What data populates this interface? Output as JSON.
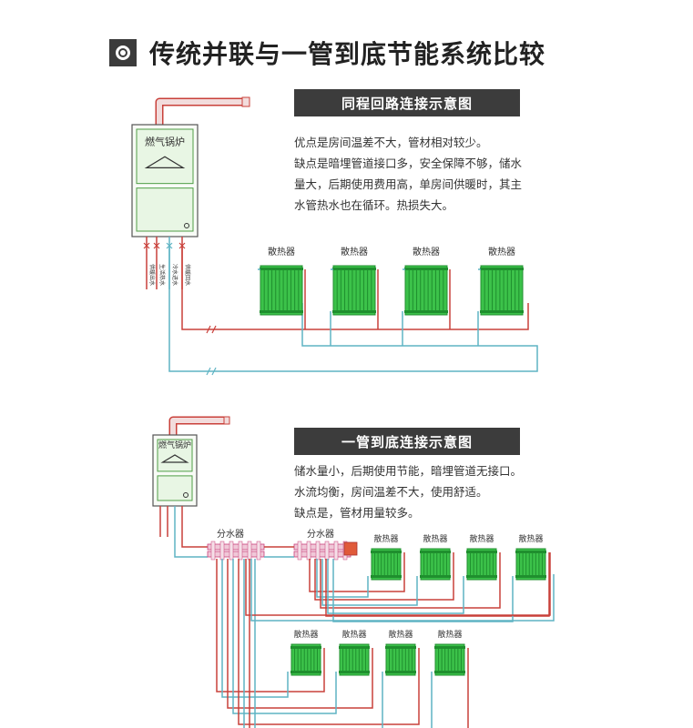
{
  "title": "传统并联与一管到底节能系统比较",
  "section1": {
    "banner": "同程回路连接示意图",
    "desc": [
      "优点是房间温差不大，管材相对较少。",
      "缺点是暗埋管道接口多，安全保障不够，储水",
      "量大，后期使用费用高，单房间供暖时，其主",
      "水管热水也在循环。热损失大。"
    ],
    "boiler_label": "燃气锅炉",
    "radiator_label": "散热器",
    "valve_labels": [
      "供暖出水",
      "生活热水",
      "冷水进水",
      "供暖回水"
    ]
  },
  "section2": {
    "banner": "一管到底连接示意图",
    "desc": [
      "储水量小，后期使用节能，暗埋管道无接口。",
      "水流均衡，房间温差不大，使用舒适。",
      "缺点是，管材用量较多。"
    ],
    "boiler_label": "燃气锅炉",
    "manifold_label": "分水器",
    "radiator_label": "散热器"
  },
  "colors": {
    "hot_pipe": "#c9403a",
    "cold_pipe": "#5fb4c4",
    "radiator": "#3cc24a",
    "radiator_dark": "#1f8f2e",
    "boiler_fill": "#e8f6e4",
    "boiler_stroke": "#4f9e46",
    "banner": "#3c3c3c"
  }
}
